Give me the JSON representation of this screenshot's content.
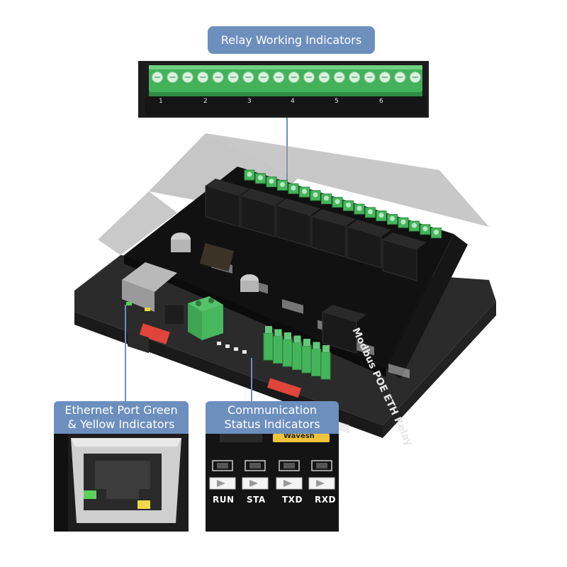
{
  "callouts": {
    "relay": "Relay Working Indicators",
    "ethernet": "Ethernet Port Green\n& Yellow Indicators",
    "communication": "Communication\nStatus Indicators"
  },
  "board": {
    "label": "Modbus POE ETH Relay",
    "terminal_numbers": [
      "1",
      "2",
      "3",
      "4",
      "5",
      "6"
    ]
  },
  "status_leds": {
    "labels": [
      "RUN",
      "STA",
      "TXD",
      "RXD"
    ],
    "brand_fragment": "Wavesh"
  },
  "colors": {
    "callout": "#6d8fbe",
    "terminal_green": "#3fae55",
    "board_black": "#1a1a1a",
    "case_grey": "#8a8a8a"
  }
}
